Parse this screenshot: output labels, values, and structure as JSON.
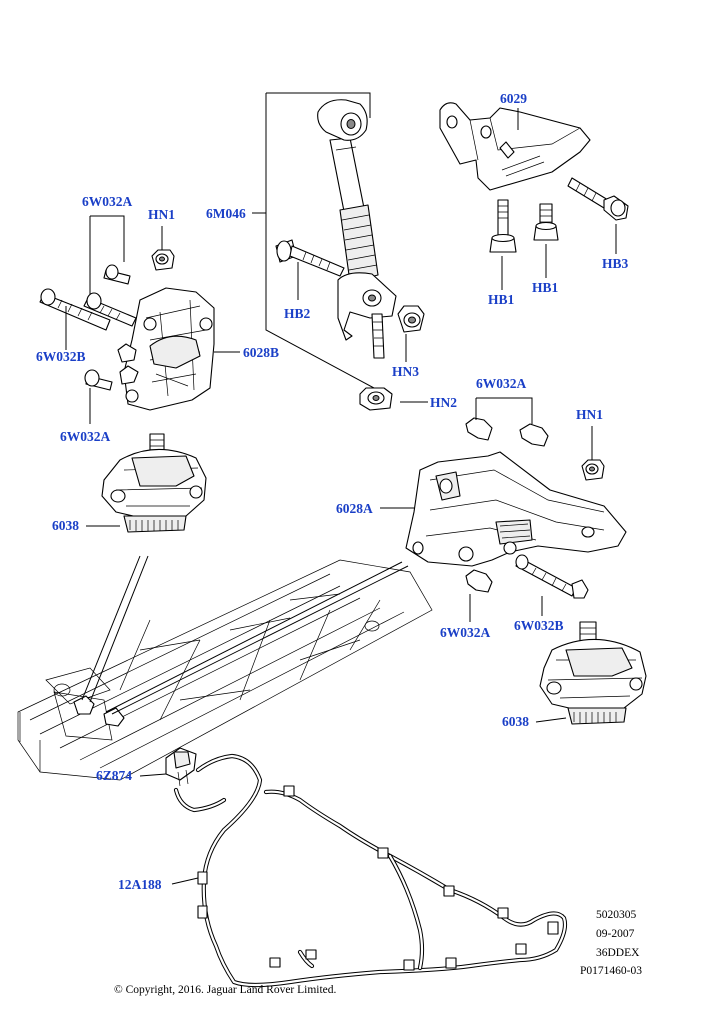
{
  "labels": {
    "p6029": "6029",
    "p6M046": "6M046",
    "hb2": "HB2",
    "hb3": "HB3",
    "hb1a": "HB1",
    "hb1b": "HB1",
    "hn3": "HN3",
    "hn2": "HN2",
    "hn1_left": "HN1",
    "hn1_right": "HN1",
    "w032a_top_left": "6W032A",
    "w032b_left": "6W032B",
    "w032a_mid_left": "6W032A",
    "p6028B": "6028B",
    "p6038_left": "6038",
    "w032a_top_right": "6W032A",
    "p6028A": "6028A",
    "w032a_bottom_right": "6W032A",
    "w032b_right": "6W032B",
    "p6038_right": "6038",
    "p6Z874": "6Z874",
    "p12A188": "12A188"
  },
  "reference": {
    "line1": "5020305",
    "line2": "09-2007",
    "line3": "36DDEX",
    "line4": "P0171460-03"
  },
  "copyright": "© Copyright, 2016. Jaguar Land Rover Limited.",
  "colors": {
    "label": "#1a3fc7",
    "line": "#000000",
    "background": "#ffffff"
  }
}
